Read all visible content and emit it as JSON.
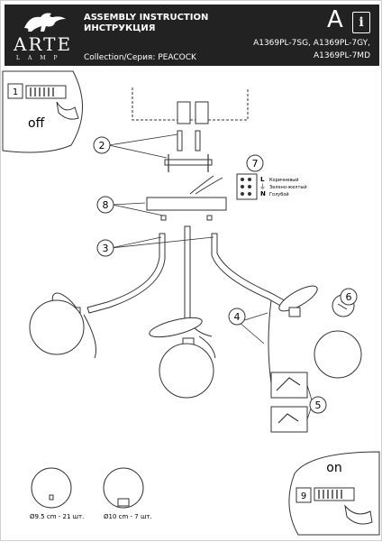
{
  "header": {
    "logo_word": "ARTE",
    "logo_sub": "LAMP",
    "title_en": "ASSEMBLY INSTRUCTION",
    "title_ru": "ИНСТРУКЦИЯ",
    "collection": "Collection/Серия: PEACOCK",
    "models_line1": "A1369PL-7SG, A1369PL-7GY,",
    "models_line2": "A1369PL-7MD",
    "letter": "A",
    "info_symbol": "i"
  },
  "steps": {
    "s1": "1",
    "s2": "2",
    "s3": "3",
    "s4": "4",
    "s5": "5",
    "s6": "6",
    "s7": "7",
    "s8": "8",
    "s9": "9"
  },
  "switch_labels": {
    "off": "off",
    "on": "on"
  },
  "wiring": [
    {
      "letter": "L",
      "desc": "Коричневый"
    },
    {
      "letter": "⏚",
      "desc": "Зелено-желтый"
    },
    {
      "letter": "N",
      "desc": "Голубой"
    }
  ],
  "bulbs": {
    "bulb1": "Ø9.5 cm - 21 шт.",
    "bulb2": "Ø10 cm - 7 шт."
  },
  "colors": {
    "header_bg": "#222222",
    "line": "#333333"
  }
}
